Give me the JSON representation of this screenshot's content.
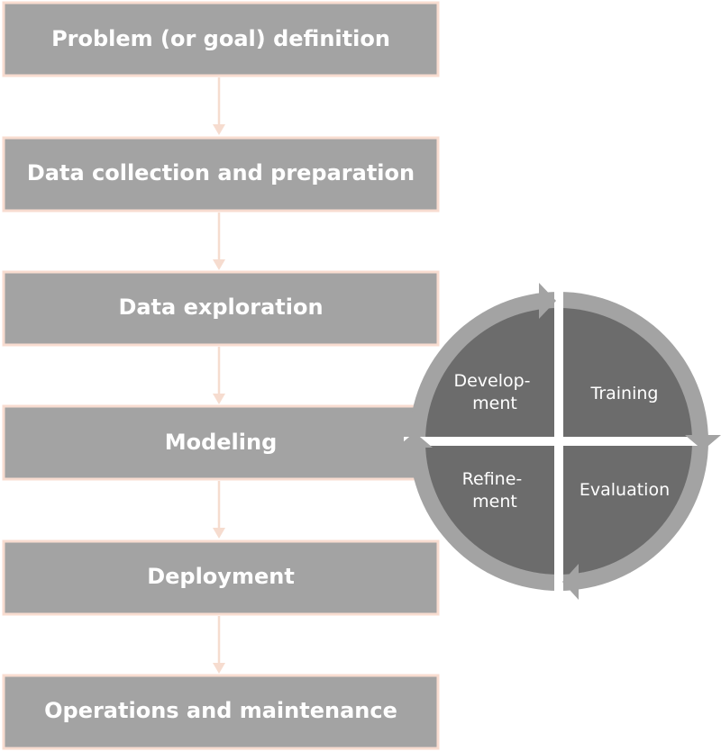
{
  "steps": [
    "Problem (or goal) definition",
    "Data collection and preparation",
    "Data exploration",
    "Modeling",
    "Deployment",
    "Operations and maintenance"
  ],
  "cycle": {
    "top_left": [
      "Develop-",
      "ment"
    ],
    "top_right": [
      "Training"
    ],
    "bottom_right": [
      "Evaluation"
    ],
    "bottom_left": [
      "Refine-",
      "ment"
    ]
  },
  "colors": {
    "box": "#a3a3a3",
    "box_border": "#f8dcd0",
    "connector": "#f6dccf",
    "cycle_ring": "#a3a3a3",
    "cycle_inner": "#6c6c6c",
    "text": "#ffffff"
  }
}
